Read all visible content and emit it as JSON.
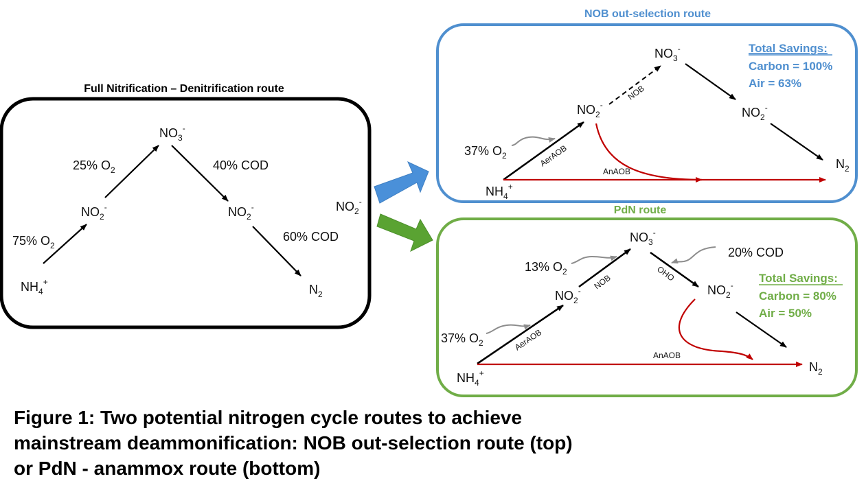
{
  "colors": {
    "black": "#000000",
    "nob_blue": "#4f8fcf",
    "pdn_green": "#70ad47",
    "anammox_red": "#c00000",
    "gray": "#8c8c8c",
    "arrow_blue": "#4a90d9",
    "arrow_green": "#5aa332"
  },
  "full_route": {
    "title": "Full Nitrification – Denitrification route",
    "nh4": {
      "base": "NH",
      "sub": "4",
      "sup": "+"
    },
    "no2_left": {
      "base": "NO",
      "sub": "2",
      "sup": "-"
    },
    "no3": {
      "base": "NO",
      "sub": "3",
      "sup": "-"
    },
    "no2_right": {
      "base": "NO",
      "sub": "2",
      "sup": "-"
    },
    "n2": {
      "base": "N",
      "sub": "2"
    },
    "o2_75": {
      "base": "75% O",
      "sub": "2"
    },
    "o2_25": {
      "base": "25% O",
      "sub": "2"
    },
    "cod_40": "40% COD",
    "cod_60": "60% COD"
  },
  "middle": {
    "no2": {
      "base": "NO",
      "sub": "2",
      "sup": "-"
    }
  },
  "nob_route": {
    "title": "NOB out-selection route",
    "nh4": {
      "base": "NH",
      "sub": "4",
      "sup": "+"
    },
    "no2": {
      "base": "NO",
      "sub": "2",
      "sup": "-"
    },
    "no3": {
      "base": "NO",
      "sub": "3",
      "sup": "-"
    },
    "no2_right": {
      "base": "NO",
      "sub": "2",
      "sup": "-"
    },
    "n2": {
      "base": "N",
      "sub": "2"
    },
    "o2": {
      "base": "37% O",
      "sub": "2"
    },
    "aer_aob": "AerAOB",
    "nob": "NOB",
    "anaob": "AnAOB",
    "savings_title": "Total Savings:",
    "savings_carbon": "Carbon = 100%",
    "savings_air": "Air = 63%"
  },
  "pdn_route": {
    "title": "PdN route",
    "nh4": {
      "base": "NH",
      "sub": "4",
      "sup": "+"
    },
    "no2": {
      "base": "NO",
      "sub": "2",
      "sup": "-"
    },
    "no3": {
      "base": "NO",
      "sub": "3",
      "sup": "-"
    },
    "no2_right": {
      "base": "NO",
      "sub": "2",
      "sup": "-"
    },
    "n2": {
      "base": "N",
      "sub": "2"
    },
    "o2_37": {
      "base": "37% O",
      "sub": "2"
    },
    "o2_13": {
      "base": "13% O",
      "sub": "2"
    },
    "cod_20": "20% COD",
    "aer_aob": "AerAOB",
    "nob": "NOB",
    "oho": "OHO",
    "anaob": "AnAOB",
    "savings_title": "Total Savings:",
    "savings_carbon": "Carbon = 80%",
    "savings_air": "Air = 50%"
  },
  "caption": {
    "line1": "Figure 1: Two potential nitrogen cycle routes to achieve",
    "line2": "mainstream deammonification: NOB out-selection route (top)",
    "line3": "or PdN - anammox route (bottom)"
  }
}
